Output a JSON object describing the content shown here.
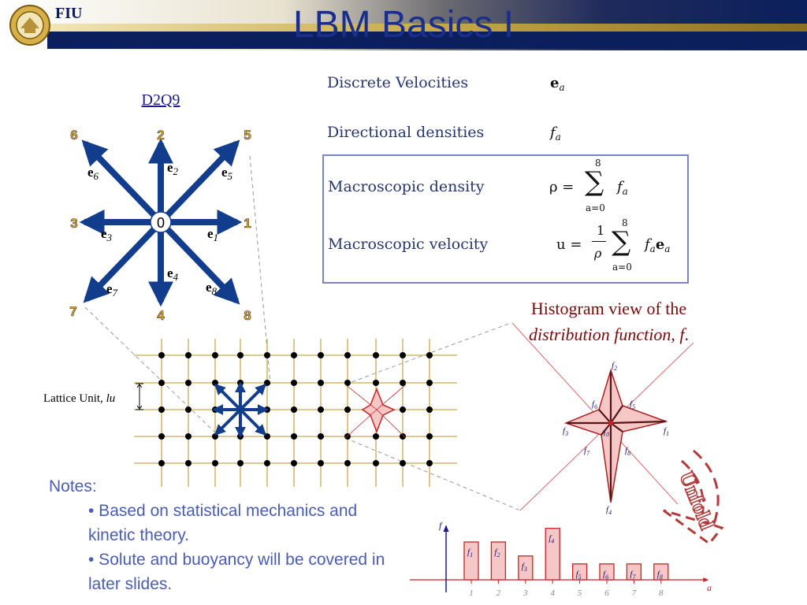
{
  "header": {
    "title": "LBM Basics I",
    "logo_text": "FIU",
    "colors": {
      "navy": "#0b1f5c",
      "gold": "#c9a94a"
    }
  },
  "lattice": {
    "name": "D2Q9",
    "nodes": [
      "0",
      "1",
      "2",
      "3",
      "4",
      "5",
      "6",
      "7",
      "8"
    ],
    "vectors": [
      {
        "base": "e",
        "sub": "1"
      },
      {
        "base": "e",
        "sub": "2"
      },
      {
        "base": "e",
        "sub": "3"
      },
      {
        "base": "e",
        "sub": "4"
      },
      {
        "base": "e",
        "sub": "5"
      },
      {
        "base": "e",
        "sub": "6"
      },
      {
        "base": "e",
        "sub": "7"
      },
      {
        "base": "e",
        "sub": "8"
      }
    ],
    "lattice_unit_label": "Lattice Unit, ",
    "lattice_unit_italic": "lu"
  },
  "formulas": {
    "discrete_velocities": {
      "label": "Discrete Velocities",
      "symbol": "e",
      "sub": "a"
    },
    "directional_densities": {
      "label": "Directional densities",
      "symbol": "f",
      "sub": "a"
    },
    "macroscopic_density": {
      "label": "Macroscopic density",
      "lhs": "ρ =",
      "sum_upper": "8",
      "sum_lower": "a=0",
      "term": "f",
      "term_sub": "a"
    },
    "macroscopic_velocity": {
      "label": "Macroscopic velocity",
      "lhs": "u =",
      "frac_num": "1",
      "frac_den": "ρ",
      "sum_upper": "8",
      "sum_lower": "a=0",
      "term": "f",
      "term_sub": "a",
      "term2": "e",
      "term2_sub": "a"
    }
  },
  "histogram": {
    "caption_line1": "Histogram view of the",
    "caption_italic": "distribution function",
    "caption_end": ", ",
    "caption_f": "f",
    "caption_dot": ".",
    "star_labels": [
      "f0",
      "f1",
      "f2",
      "f3",
      "f4",
      "f5",
      "f6",
      "f7",
      "f8"
    ],
    "unfold_label": "Unfold",
    "y_axis_label": "f",
    "x_axis_label": "a",
    "bars": [
      {
        "a": "1",
        "label_base": "f",
        "label_sub": "1",
        "value": 1.0
      },
      {
        "a": "2",
        "label_base": "f",
        "label_sub": "2",
        "value": 1.0
      },
      {
        "a": "3",
        "label_base": "f",
        "label_sub": "3",
        "value": 0.63
      },
      {
        "a": "4",
        "label_base": "f",
        "label_sub": "4",
        "value": 1.36
      },
      {
        "a": "5",
        "label_base": "f",
        "label_sub": "5",
        "value": 0.42
      },
      {
        "a": "6",
        "label_base": "f",
        "label_sub": "6",
        "value": 0.42
      },
      {
        "a": "7",
        "label_base": "f",
        "label_sub": "7",
        "value": 0.42
      },
      {
        "a": "8",
        "label_base": "f",
        "label_sub": "8",
        "value": 0.42
      }
    ],
    "colors": {
      "fill": "#f6c7c7",
      "stroke": "#cc2222",
      "axis": "#1a1a8c",
      "baseline": "#cc2222"
    }
  },
  "notes": {
    "heading": "Notes:",
    "items": [
      "• Based on statistical mechanics and kinetic theory.",
      "• Solute and buoyancy will be covered in later slides."
    ]
  }
}
